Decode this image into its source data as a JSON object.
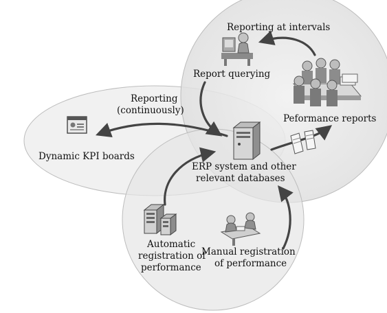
{
  "labels": {
    "reporting_intervals": "Reporting at intervals",
    "report_querying": "Report querying",
    "performance_reports": "Peformance reports",
    "reporting_continuously_1": "Reporting",
    "reporting_continuously_2": "(continuously)",
    "kpi_boards": "Dynamic KPI boards",
    "erp_1": "ERP system and other",
    "erp_2": "relevant databases",
    "auto_1": "Automatic",
    "auto_2": "registration of",
    "auto_3": "performance",
    "manual_1": "Manual registration",
    "manual_2": "of performance"
  },
  "icons": [
    "person-at-computer-icon",
    "meeting-group-icon",
    "kpi-board-icon",
    "server-icon",
    "documents-icon",
    "server-rack-icon",
    "two-people-desk-icon"
  ],
  "colors": {
    "circle_fill": "#e2e2e2",
    "circle_stroke": "#bdbdbd",
    "arrow": "#444444"
  }
}
